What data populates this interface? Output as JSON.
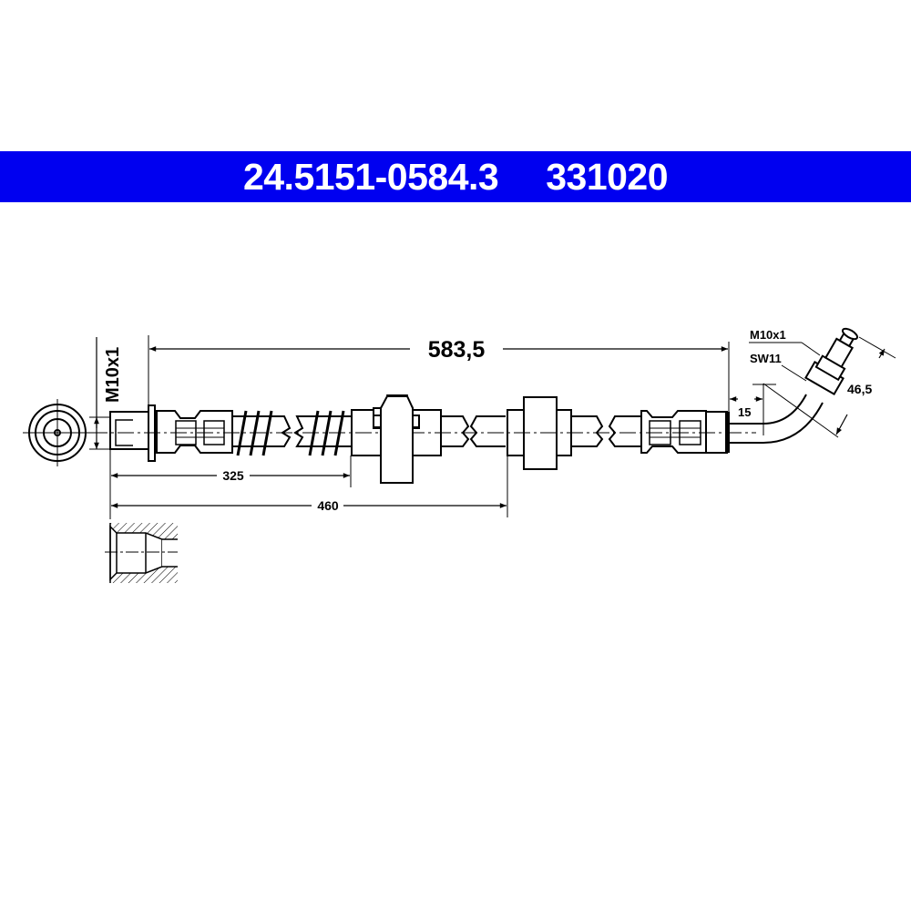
{
  "header": {
    "part_number": "24.5151-0584.3",
    "article_number": "331020",
    "background_color": "#0000f0"
  },
  "drawing": {
    "thread_left": "M10x1",
    "overall_length": "583,5",
    "dim_325": "325",
    "dim_460": "460",
    "thread_right": "M10x1",
    "wrench_size": "SW11",
    "dim_15": "15",
    "dim_46_5": "46,5"
  }
}
